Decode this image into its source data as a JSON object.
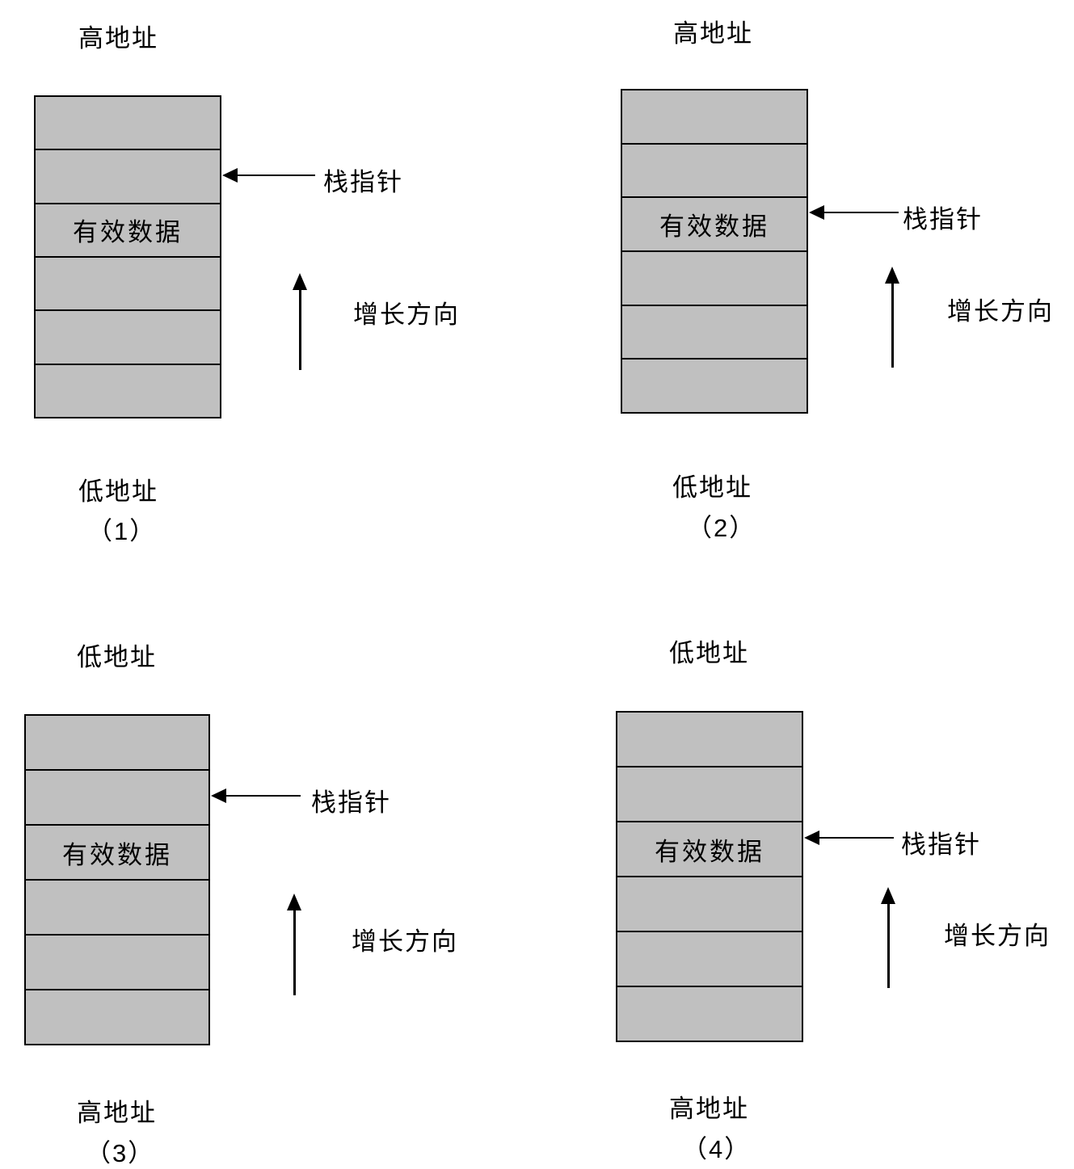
{
  "diagram_title": "stack-growth-and-pointer-variants",
  "colors": {
    "cell_fill": "#c0c0c0",
    "border": "#000000",
    "background": "#ffffff"
  },
  "panels": [
    {
      "number": "（1）",
      "top_label": "高地址",
      "bottom_label": "低地址",
      "pointer_label": "栈指针",
      "growth_label": "增长方向",
      "valid_data_label": "有效数据",
      "cell_count": 6,
      "valid_data_row": 3,
      "pointer_row": 2,
      "growth_direction": "up"
    },
    {
      "number": "（2）",
      "top_label": "高地址",
      "bottom_label": "低地址",
      "pointer_label": "栈指针",
      "growth_label": "增长方向",
      "valid_data_label": "有效数据",
      "cell_count": 6,
      "valid_data_row": 3,
      "pointer_row": 3,
      "growth_direction": "up"
    },
    {
      "number": "（3）",
      "top_label": "低地址",
      "bottom_label": "高地址",
      "pointer_label": "栈指针",
      "growth_label": "增长方向",
      "valid_data_label": "有效数据",
      "cell_count": 6,
      "valid_data_row": 3,
      "pointer_row": 2,
      "growth_direction": "up"
    },
    {
      "number": "（4）",
      "top_label": "低地址",
      "bottom_label": "高地址",
      "pointer_label": "栈指针",
      "growth_label": "增长方向",
      "valid_data_label": "有效数据",
      "cell_count": 6,
      "valid_data_row": 3,
      "pointer_row": 3,
      "growth_direction": "up"
    }
  ]
}
